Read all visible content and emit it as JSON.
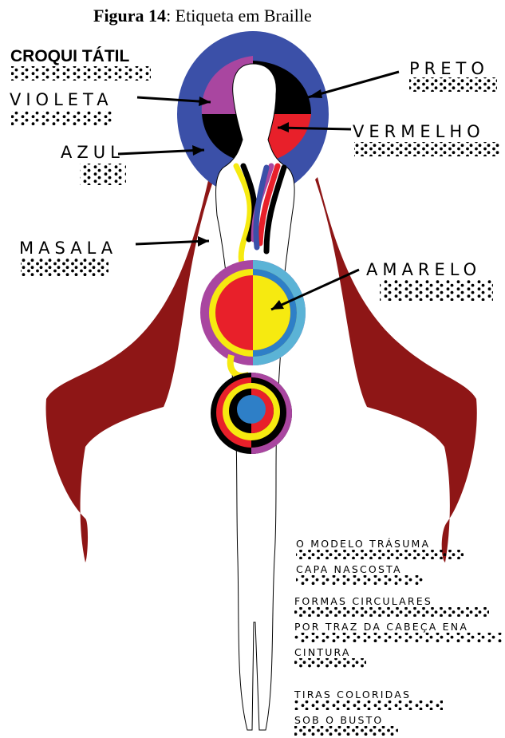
{
  "caption": {
    "prefix": "Figura 14",
    "rest": ": Etiqueta em Braille"
  },
  "title": "CROQUI TÁTIL",
  "labels": {
    "preto": "PRETO",
    "violeta": "VIOLETA",
    "vermelho": "VERMELHO",
    "azul": "AZUL",
    "masala": "MASALA",
    "amarelo": "AMARELO"
  },
  "notes": [
    "O MODELO TRÁSUMA",
    "CAPA NASCOSTA",
    "FORMAS CIRCULARES",
    "POR TRAZ DA CABEÇA ENA",
    "CINTURA",
    "TIRAS COLORIDAS",
    "SOB O BUSTO"
  ],
  "colors": {
    "blue": "#3b50a8",
    "violet": "#a946a0",
    "black": "#000000",
    "red": "#e8202a",
    "maroon": "#8e1616",
    "yellow": "#f6ea10",
    "light_blue": "#5bb3d6",
    "mid_blue": "#2e7fc7"
  }
}
